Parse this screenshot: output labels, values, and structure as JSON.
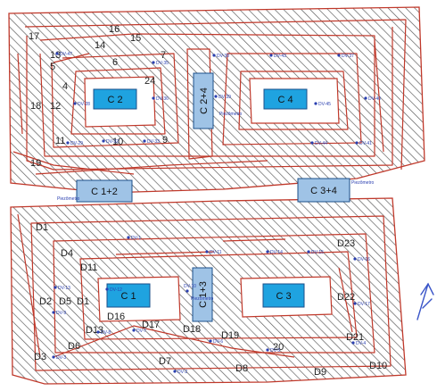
{
  "colors": {
    "berm": "#c0392b",
    "hatch": "#555555",
    "box_blue": "#1fa3e0",
    "box_grey": "#9fc3e6",
    "marker": "#2a3fb0"
  },
  "cells": {
    "c2": "C 2",
    "c4": "C 4",
    "c1": "C 1",
    "c3": "C 3",
    "c24": "C 2+4",
    "c13": "C 1+3",
    "c12": "C 1+2",
    "c34": "C 3+4"
  },
  "top_labels": [
    "17",
    "16",
    "15",
    "14",
    "13",
    "5",
    "6",
    "7",
    "4",
    "24",
    "18",
    "12",
    "11",
    "10",
    "9",
    "19"
  ],
  "bottom_labels": [
    "D1",
    "D4",
    "D11",
    "D2",
    "D5",
    "D1",
    "D16",
    "D17",
    "D18",
    "D19",
    "D13",
    "D6",
    "D3",
    "D7",
    "D8",
    "D9",
    "D10",
    "D23",
    "D22",
    "D21",
    "20"
  ],
  "instruments": {
    "top": [
      "DV-47",
      "DV-35",
      "DV-38",
      "DV-43",
      "DV-36",
      "DV-29",
      "DV-39",
      "DV-28",
      "DV-32",
      "DV-33",
      "DV-44",
      "DV-45",
      "DV-41",
      "DV-40",
      "DV-37"
    ],
    "bottom": [
      "DV-11",
      "DV-14",
      "DV-15",
      "DV-16",
      "DV-17",
      "DV-9",
      "DV-7",
      "DV-6",
      "DV-5",
      "DV-4",
      "DV-10",
      "DV-12",
      "DV-13",
      "DV-8",
      "DV-3",
      "DV-2",
      "DV-1"
    ]
  },
  "piezometer_labels": [
    "Piezômetro",
    "Piezômetro",
    "Piezômetro",
    "Piezômetro"
  ]
}
